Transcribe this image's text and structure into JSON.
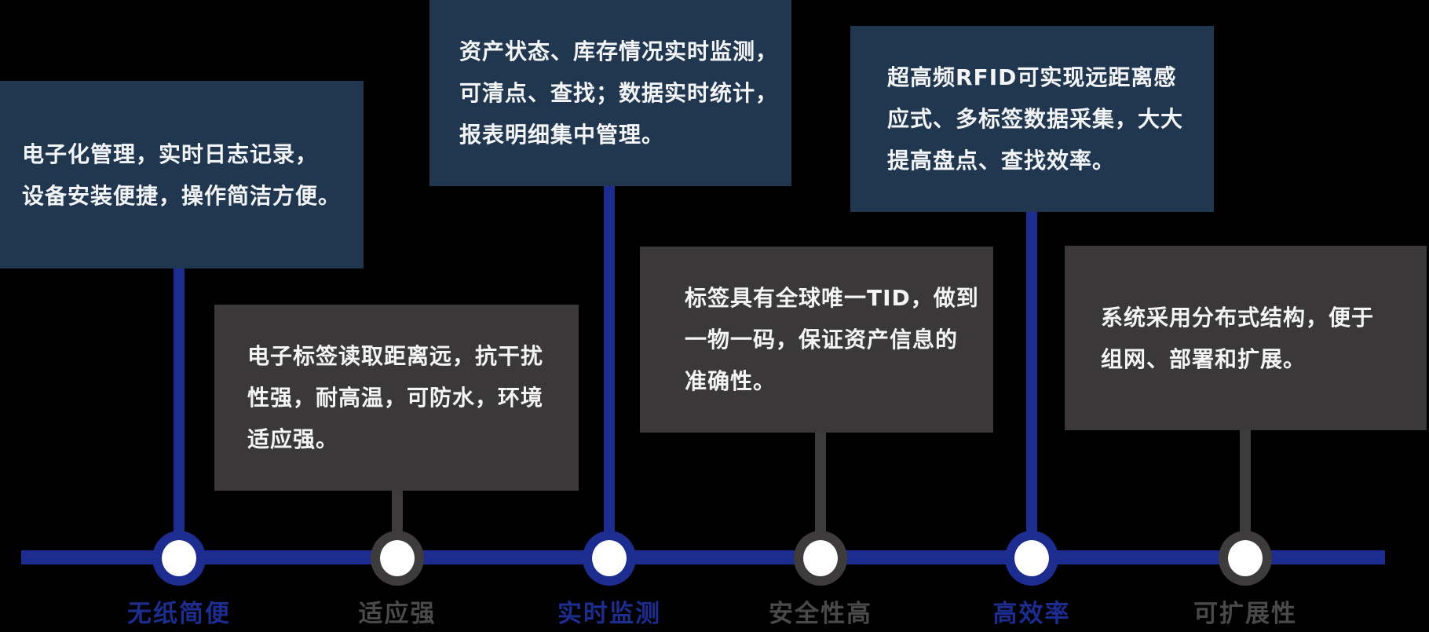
{
  "colors": {
    "background": "#000000",
    "navy_card": "#20374f",
    "dark_card": "#3a3838",
    "blue_accent": "#1d2c8f",
    "gray_accent": "#3d3b3b",
    "gray_label": "#4a4848",
    "card_text": "#f3f4f6",
    "node_fill": "#ffffff"
  },
  "timeline": {
    "items": [
      {
        "label": "无纸简便",
        "theme": "blue",
        "description_lines": [
          "电子化管理，实时日志记录，",
          "设备安装便捷，操作简洁方便。"
        ]
      },
      {
        "label": "适应强",
        "theme": "gray",
        "description_lines": [
          "电子标签读取距离远，抗干扰",
          "性强，耐高温，可防水，环境",
          "适应强。"
        ]
      },
      {
        "label": "实时监测",
        "theme": "blue",
        "description_lines": [
          "资产状态、库存情况实时监测，",
          "可清点、查找；数据实时统计，",
          "报表明细集中管理。"
        ]
      },
      {
        "label": "安全性高",
        "theme": "gray",
        "description_lines": [
          "标签具有全球唯一TID，做到",
          "一物一码，保证资产信息的",
          "准确性。"
        ]
      },
      {
        "label": "高效率",
        "theme": "blue",
        "description_lines": [
          "超高频RFID可实现远距离感",
          "应式、多标签数据采集，大大",
          "提高盘点、查找效率。"
        ]
      },
      {
        "label": "可扩展性",
        "theme": "gray",
        "description_lines": [
          "系统采用分布式结构，便于",
          "组网、部署和扩展。"
        ]
      }
    ]
  }
}
